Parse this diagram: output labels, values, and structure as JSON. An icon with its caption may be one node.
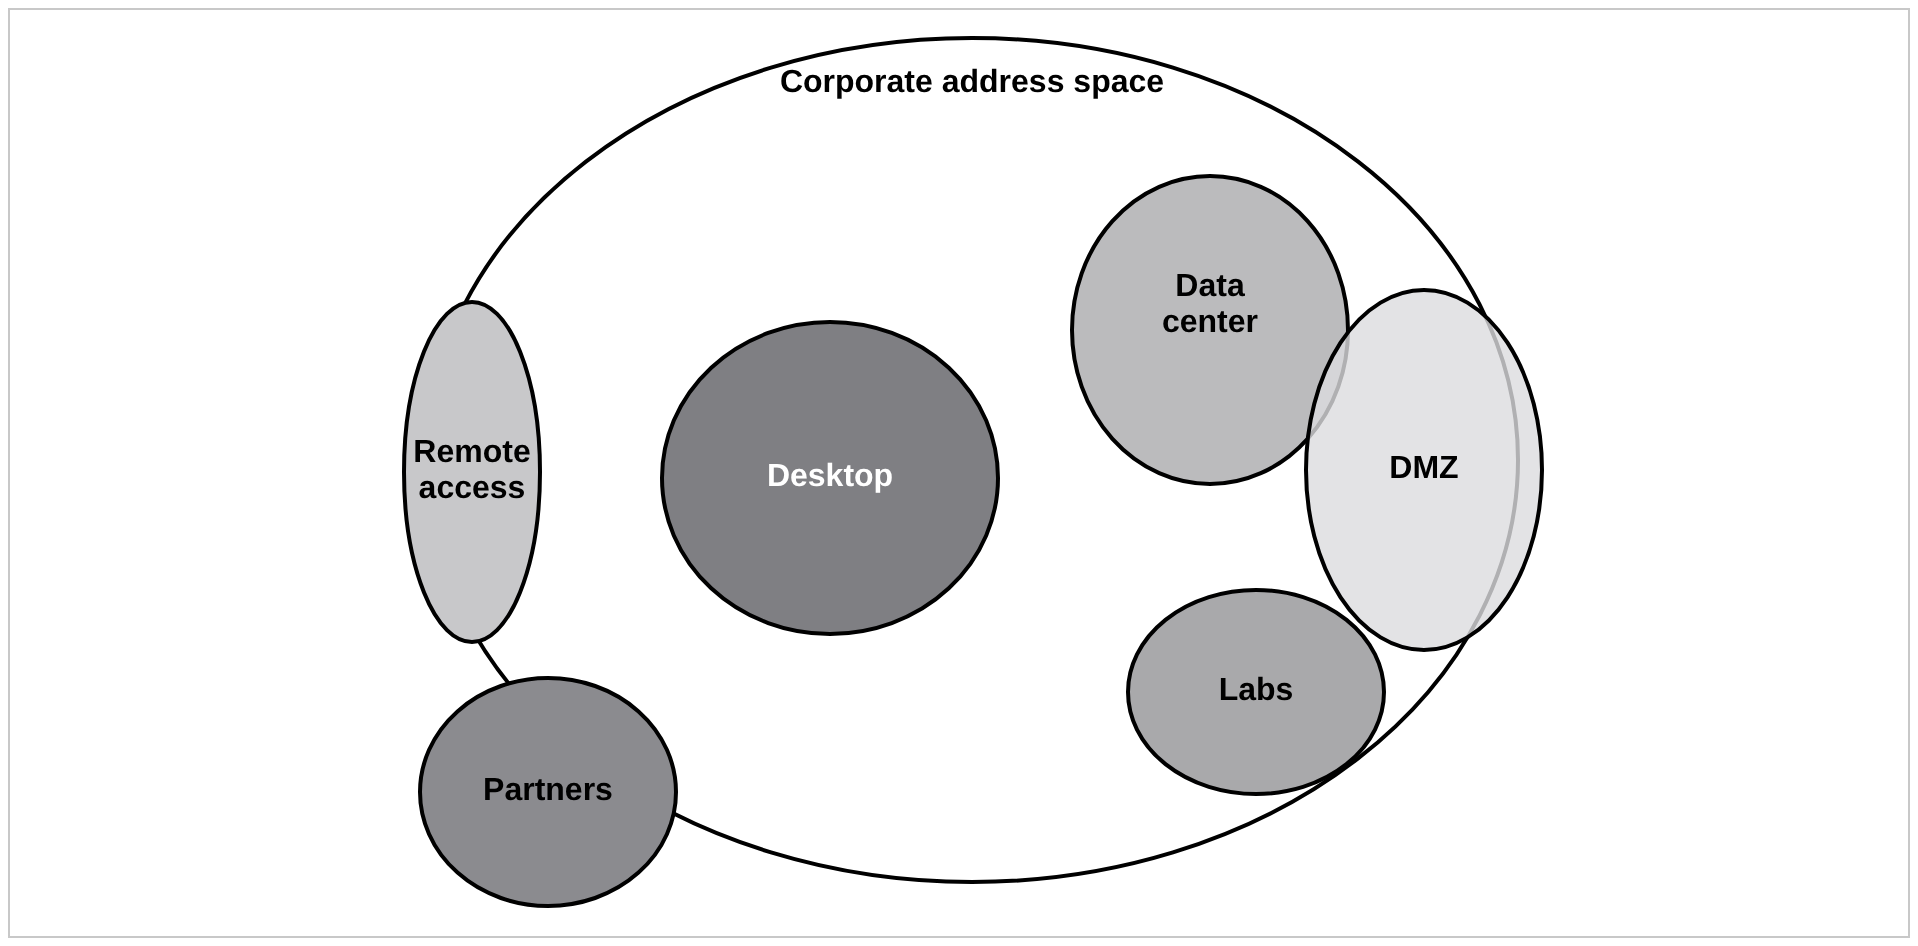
{
  "diagram": {
    "nodes": [
      {
        "text": [
          "Corporate address space"
        ]
      },
      {
        "text": [
          "Data center"
        ],
        "in": 0
      },
      {
        "text": [
          "Remote access"
        ]
      },
      {
        "text": [
          "Desktop"
        ],
        "in": 0
      },
      {
        "text": [
          "DMZ"
        ]
      },
      {
        "text": [
          "Labs"
        ],
        "in": 0
      },
      {
        "text": [
          "Partners"
        ]
      }
    ]
  }
}
